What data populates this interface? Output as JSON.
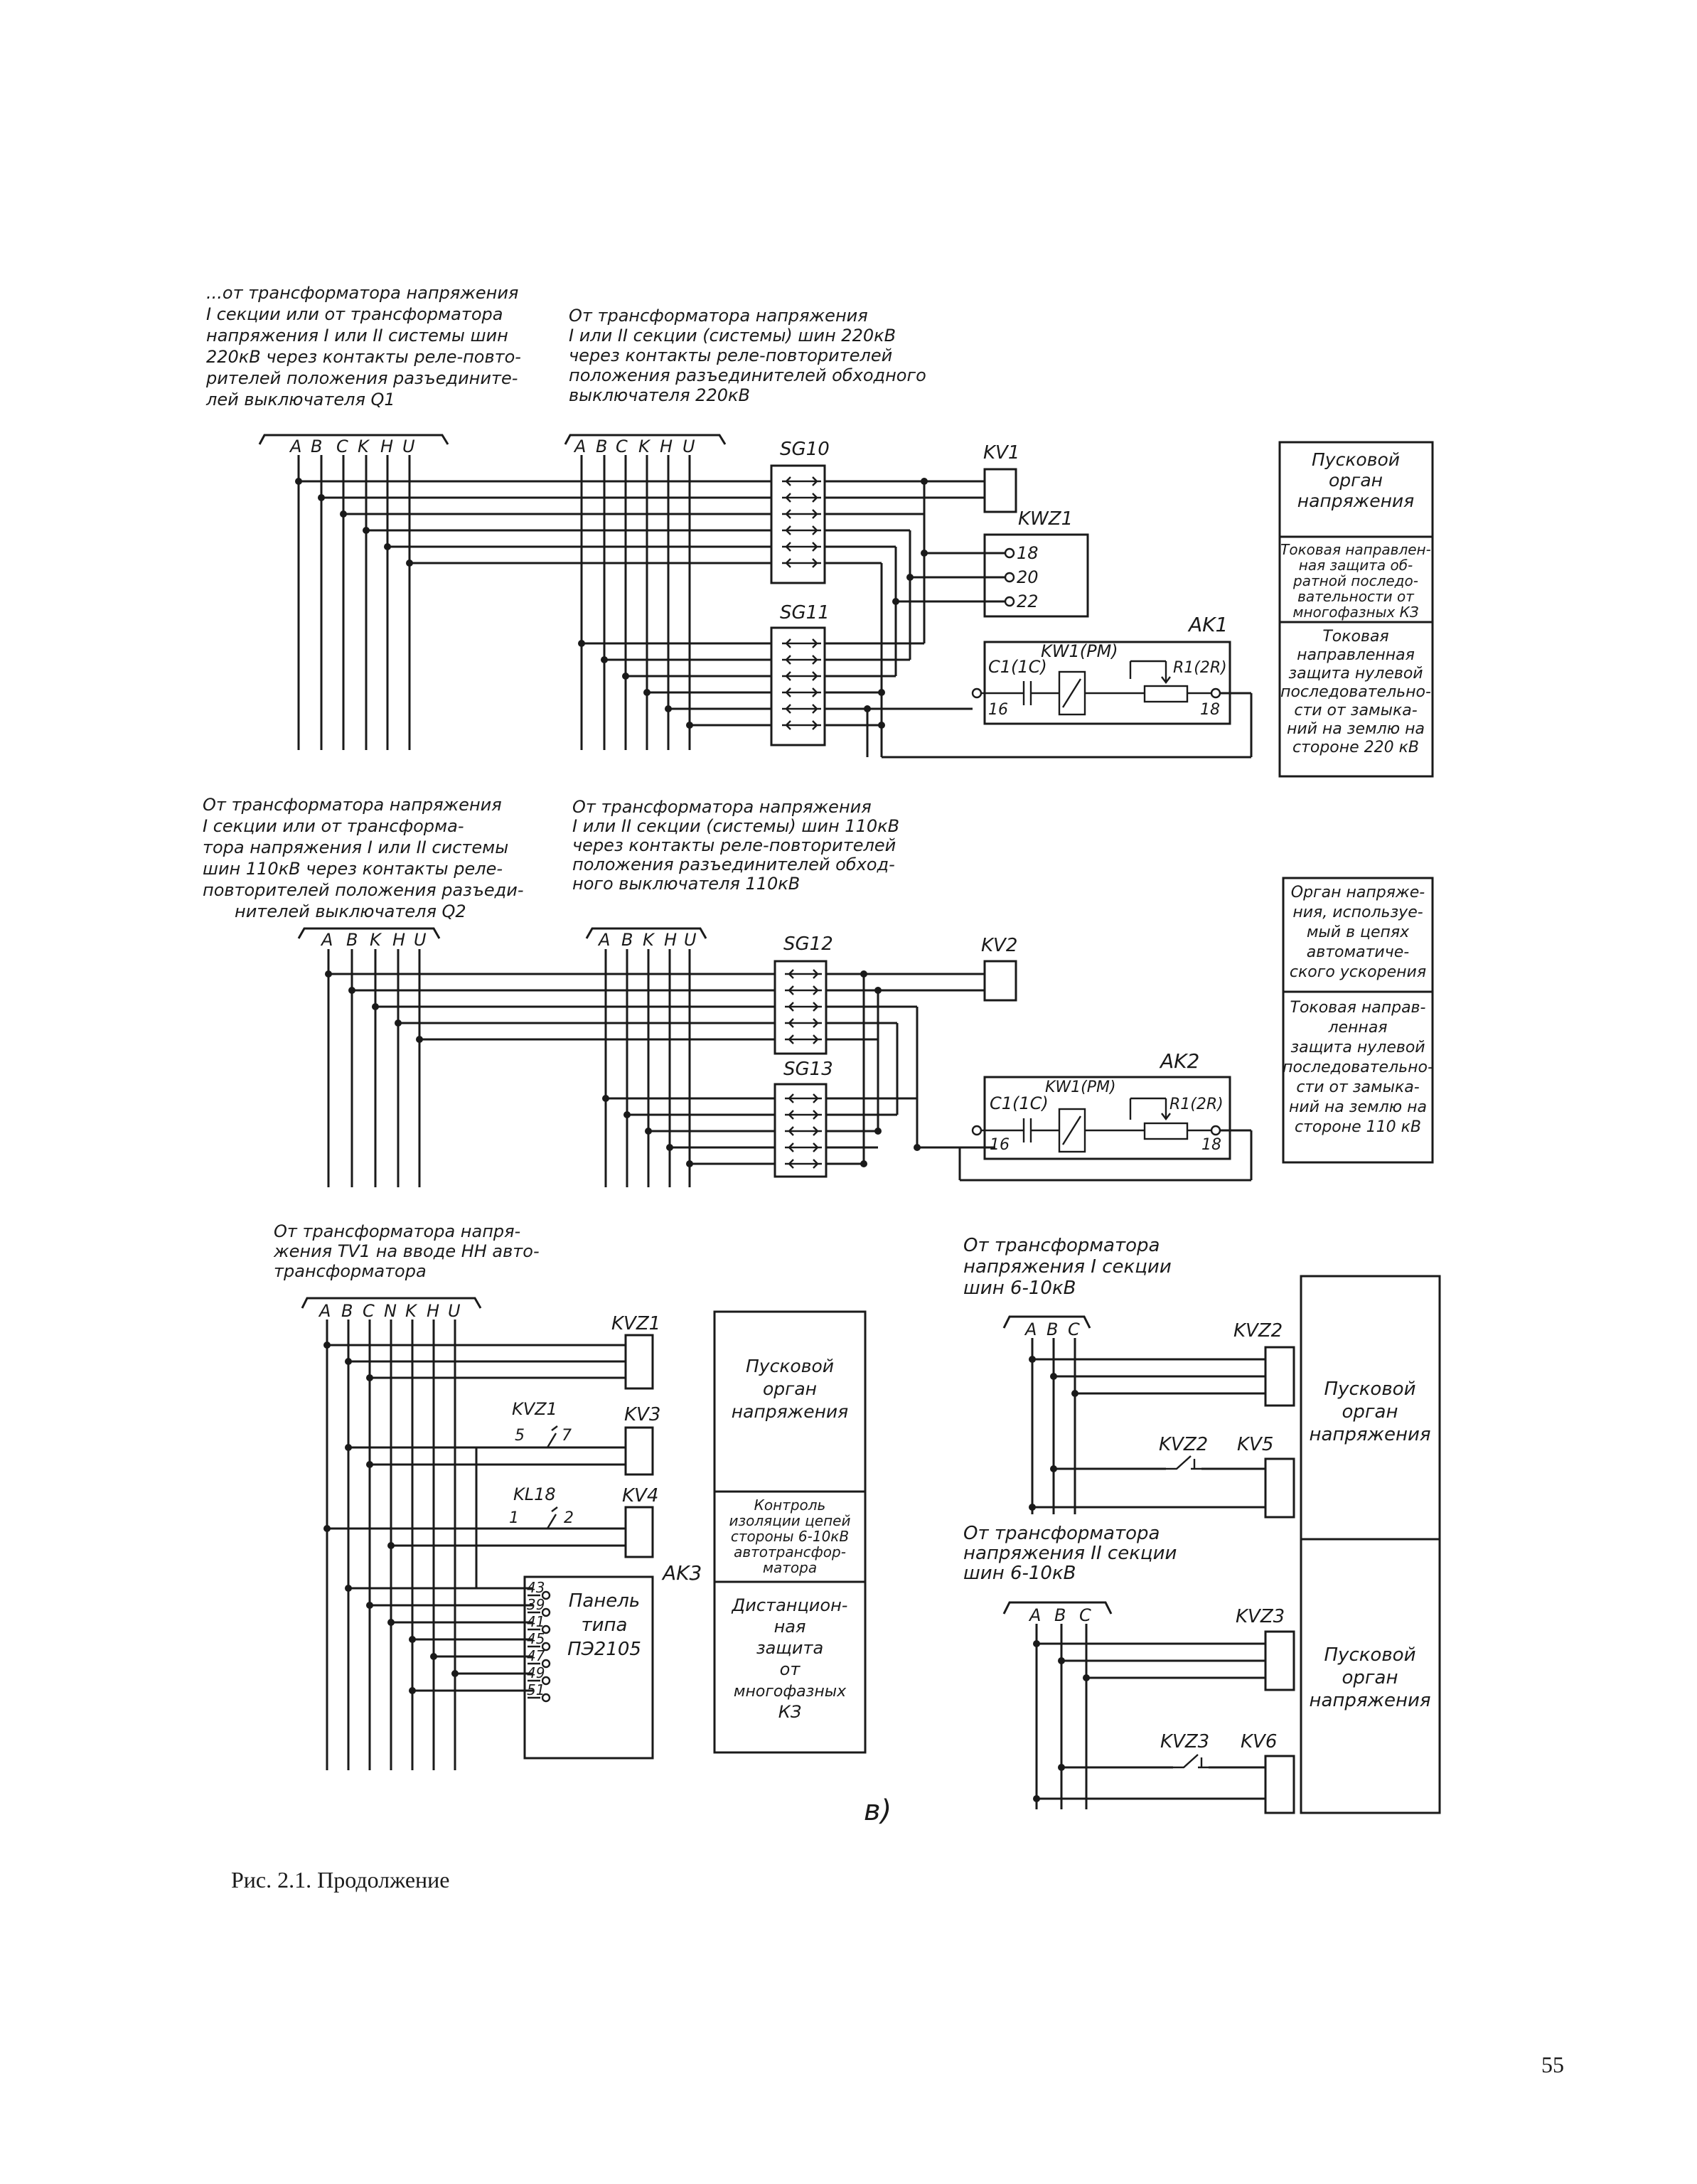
{
  "caption": "Рис. 2.1. Продолжение",
  "page_number": "55",
  "subfigure_label": "в)",
  "diagram_1": {
    "source_left": [
      "...от трансформатора напряжения",
      "I секции или от трансформатора",
      "напряжения I или II системы шин",
      "220кВ через контакты реле-повто-",
      "рителей положения разъедините-",
      "лей выключателя Q1"
    ],
    "source_right": [
      "От трансформатора напряжения",
      "I или II секции (системы) шин 220кВ",
      "через контакты реле-повторителей",
      "положения разъединителей обходного",
      "выключателя 220кВ"
    ],
    "bus_left": [
      "A",
      "B",
      "C",
      "K",
      "H",
      "U"
    ],
    "bus_right": [
      "A",
      "B",
      "C",
      "K",
      "H",
      "U"
    ],
    "block_sg_top": "SG10",
    "block_sg_bottom": "SG11",
    "relay_kv": "KV1",
    "relay_kwz": "KWZ1",
    "kwz_pins": [
      "18",
      "20",
      "22"
    ],
    "ak_label": "AK1",
    "ak_c": "C1(1C)",
    "ak_kw": "KW1(PM)",
    "ak_r": "R1(2R)",
    "ak_pin_l": "16",
    "ak_pin_r": "18",
    "legend": [
      [
        "Пусковой",
        "орган",
        "напряжения"
      ],
      [
        "Токовая направлен-",
        "ная защита об-",
        "ратной последо-",
        "вательности от",
        "многофазных КЗ"
      ],
      [
        "Токовая",
        "направленная",
        "защита нулевой",
        "последовательно-",
        "сти от замыка-",
        "ний на землю на",
        "стороне 220 кВ"
      ]
    ]
  },
  "diagram_2": {
    "source_left": [
      "От трансформатора напряжения",
      "I секции или от трансформа-",
      "тора напряжения I или II системы",
      "шин 110кВ через контакты реле-",
      "повторителей положения разъеди-",
      "нителей выключателя Q2"
    ],
    "source_right": [
      "От трансформатора напряжения",
      "I или II секции (системы) шин 110кВ",
      "через контакты реле-повторителей",
      "положения разъединителей обход-",
      "ного выключателя 110кВ"
    ],
    "bus_left": [
      "A",
      "B",
      "K",
      "H",
      "U"
    ],
    "bus_right": [
      "A",
      "B",
      "K",
      "H",
      "U"
    ],
    "block_sg_top": "SG12",
    "block_sg_bottom": "SG13",
    "relay_kv": "KV2",
    "ak_label": "AK2",
    "ak_c": "C1(1C)",
    "ak_kw": "KW1(PM)",
    "ak_r": "R1(2R)",
    "ak_pin_l": "16",
    "ak_pin_r": "18",
    "legend": [
      [
        "Орган напряже-",
        "ния, используе-",
        "мый в цепях",
        "автоматиче-",
        "ского ускорения"
      ],
      [
        "Токовая направ-",
        "ленная",
        "защита нулевой",
        "последовательно-",
        "сти от замыка-",
        "ний на землю на",
        "стороне 110 кВ"
      ]
    ]
  },
  "diagram_3": {
    "source": [
      "От трансформатора напря-",
      "жения TV1 на вводе НН авто-",
      "трансформатора"
    ],
    "bus": [
      "A",
      "B",
      "C",
      "N",
      "K",
      "H",
      "U"
    ],
    "kvz": "KVZ1",
    "contact1_label": "KVZ1",
    "contact1_pins": [
      "5",
      "7"
    ],
    "kv3": "KV3",
    "contact2_label": "KL18",
    "contact2_pins": [
      "1",
      "2"
    ],
    "kv4": "KV4",
    "ak_label": "AK3",
    "panel_text": [
      "Панель",
      "типа",
      "ПЭ2105"
    ],
    "panel_pins": [
      "43",
      "39",
      "41",
      "45",
      "47",
      "49",
      "51"
    ],
    "legend": [
      [
        "Пусковой",
        "орган",
        "напряжения"
      ],
      [
        "Контроль",
        "изоляции цепей",
        "стороны 6-10кВ",
        "автотрансфор-",
        "матора"
      ],
      [
        "Дистанцион-",
        "ная",
        "защита",
        "от",
        "многофазных",
        "КЗ"
      ]
    ]
  },
  "diagram_4": {
    "source_top": [
      "От трансформатора",
      "напряжения I секции",
      "шин 6-10кВ"
    ],
    "bus_top": [
      "A",
      "B",
      "C"
    ],
    "kvz_top": "KVZ2",
    "contact_top": "KVZ2",
    "kv_top": "KV5",
    "source_bottom": [
      "От трансформатора",
      "напряжения II секции",
      "шин 6-10кВ"
    ],
    "bus_bottom": [
      "A",
      "B",
      "C"
    ],
    "kvz_bottom": "KVZ3",
    "contact_bottom": "KVZ3",
    "kv_bottom": "KV6",
    "legend": [
      [
        "Пусковой",
        "орган",
        "напряжения"
      ],
      [
        "Пусковой",
        "орган",
        "напряжения"
      ]
    ]
  }
}
